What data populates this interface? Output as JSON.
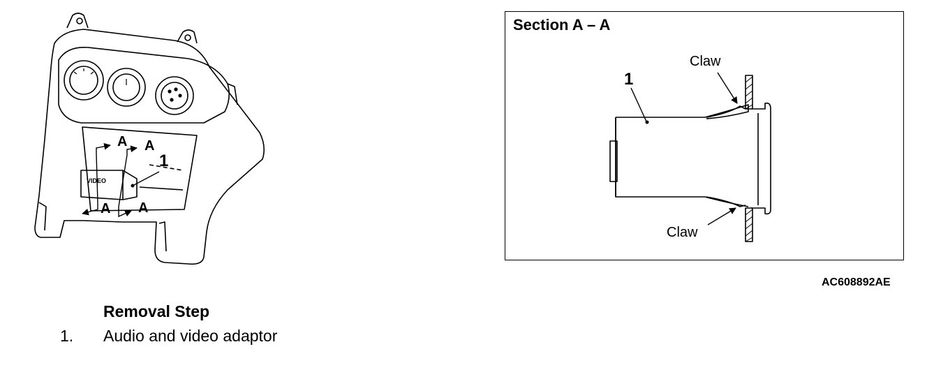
{
  "left_figure": {
    "callout_number": "1",
    "section_marks": [
      "A",
      "A",
      "A",
      "A"
    ],
    "adaptor_label": "VIDEO"
  },
  "section_view": {
    "title": "Section A – A",
    "callout_number": "1",
    "claw_labels": [
      "Claw",
      "Claw"
    ]
  },
  "figure_id": "AC608892AE",
  "removal": {
    "heading": "Removal Step",
    "steps": [
      {
        "number": "1.",
        "text": "Audio and video adaptor"
      }
    ]
  }
}
